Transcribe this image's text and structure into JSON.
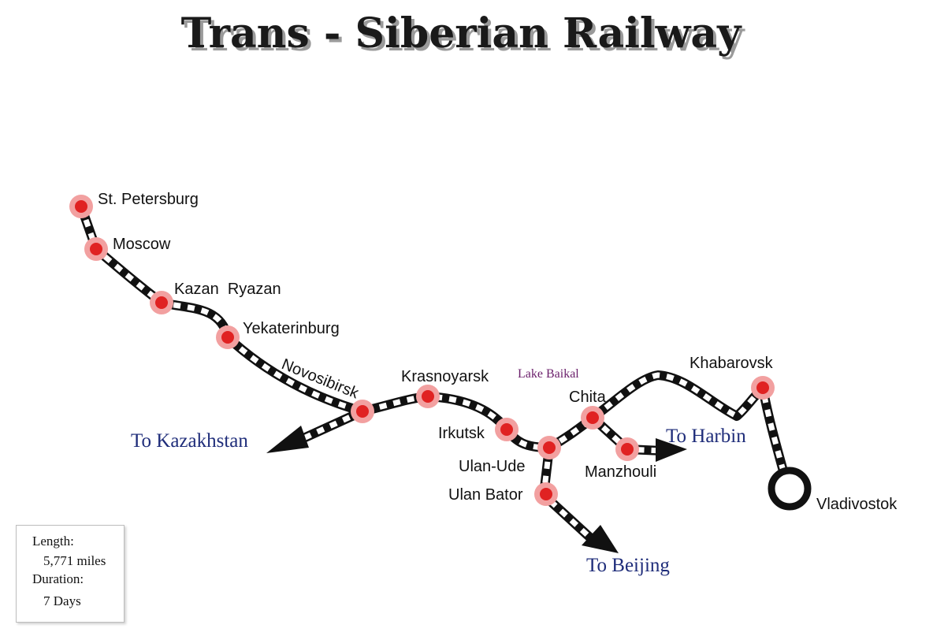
{
  "title": "Trans - Siberian Railway",
  "lake_label": "Lake Baikal",
  "stations": {
    "st_petersburg": "St. Petersburg",
    "moscow": "Moscow",
    "kazan_ryazan": "Kazan  Ryazan",
    "yekaterinburg": "Yekaterinburg",
    "novosibirsk": "Novosibirsk",
    "krasnoyarsk": "Krasnoyarsk",
    "irkutsk": "Irkutsk",
    "ulan_ude": "Ulan-Ude",
    "ulan_bator": "Ulan Bator",
    "chita": "Chita",
    "manzhouli": "Manzhouli",
    "khabarovsk": "Khabarovsk",
    "vladivostok": "Vladivostok"
  },
  "destinations": {
    "kazakhstan": "To Kazakhstan",
    "harbin": "To Harbin",
    "beijing": "To Beijing"
  },
  "info": {
    "length_label": "Length:",
    "length_value": "5,771 miles",
    "duration_label": "Duration:",
    "duration_value": "7 Days"
  },
  "colors": {
    "station_fill": "#e02222",
    "station_halo": "#f2a0a0",
    "track": "#111111",
    "destination_text": "#1f2d7a",
    "lake_text": "#6b1f6b"
  }
}
